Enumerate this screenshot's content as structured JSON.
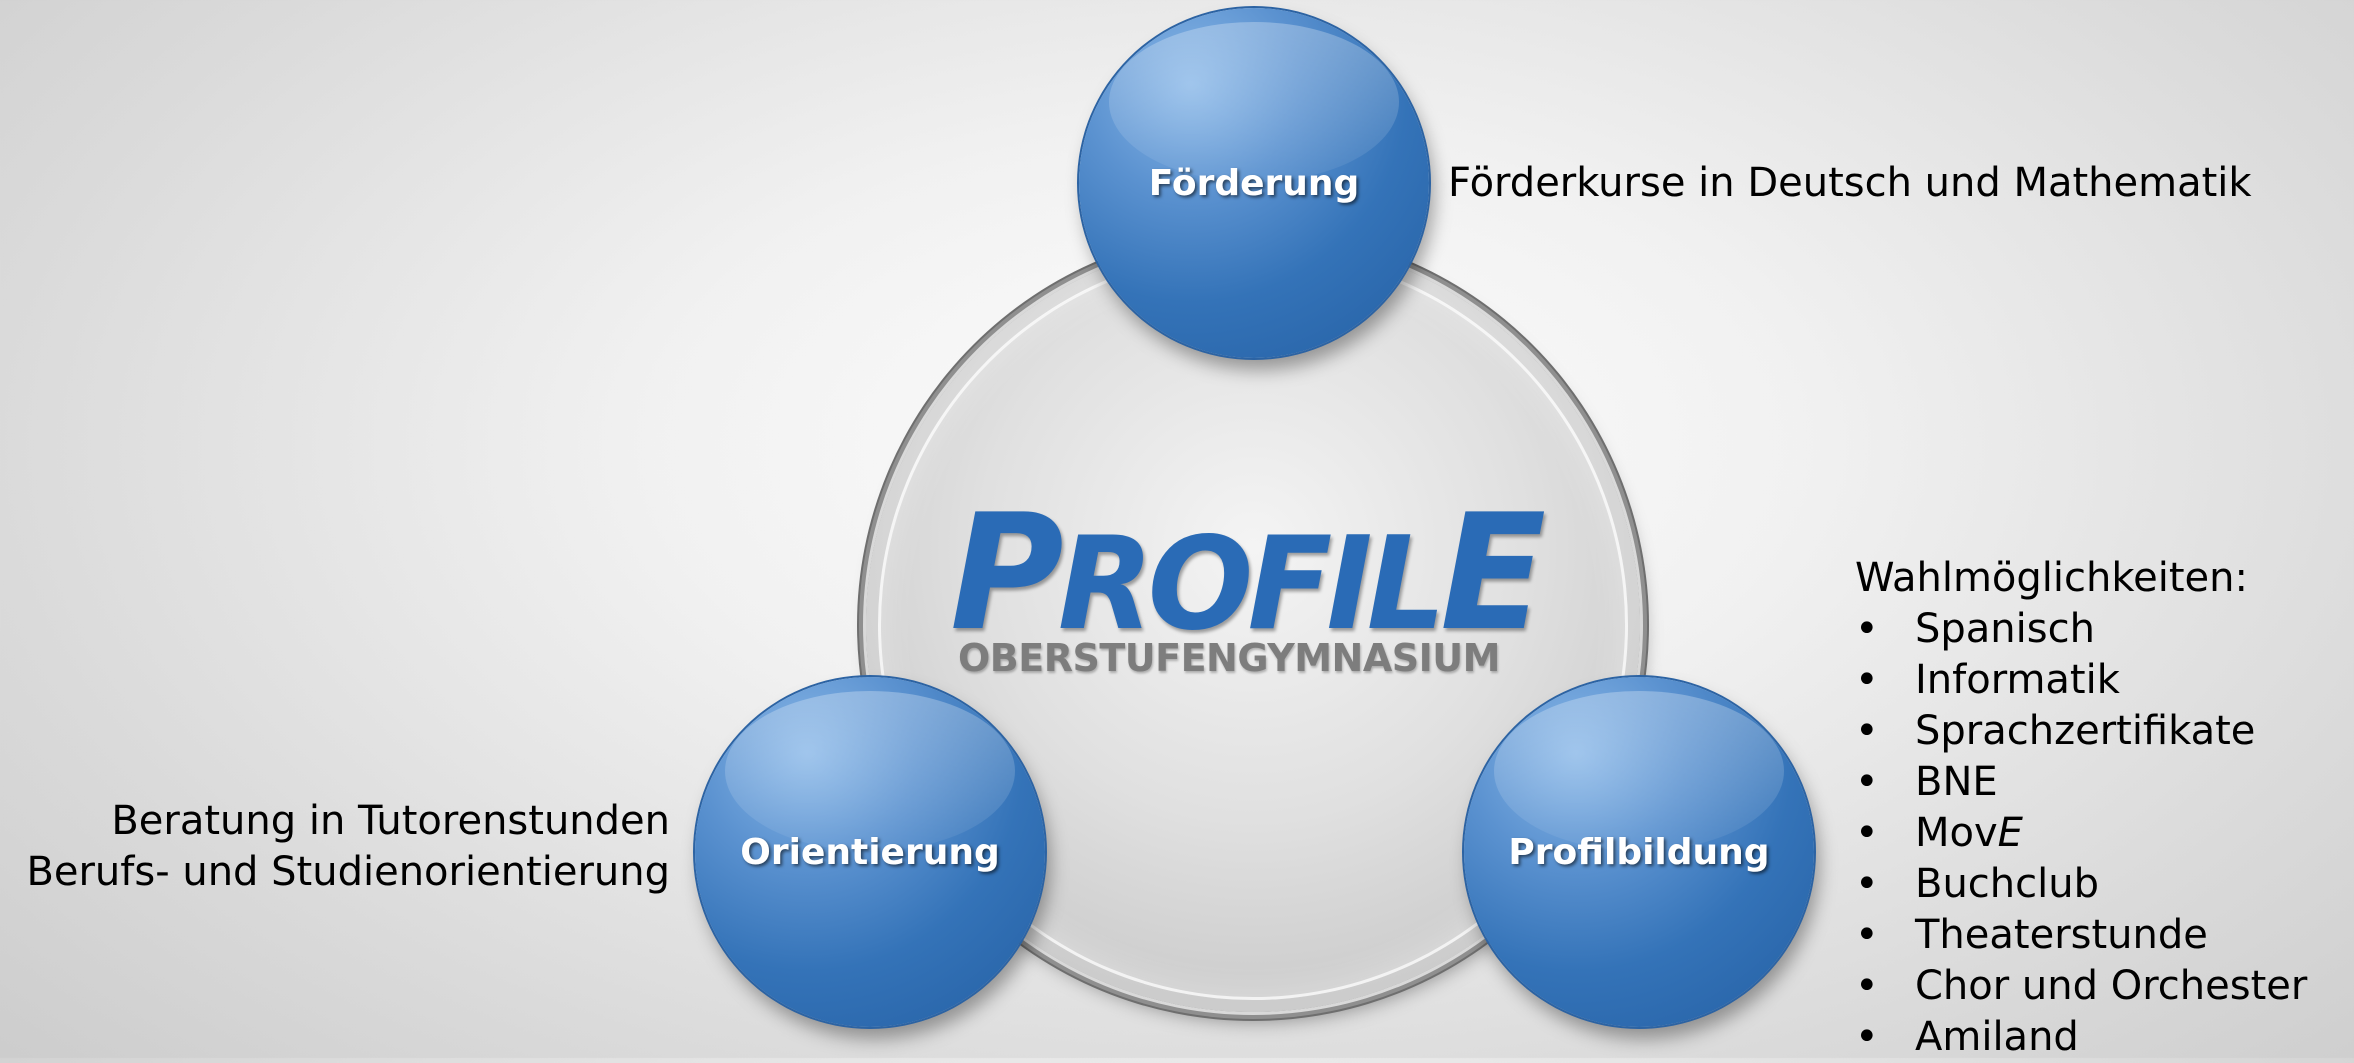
{
  "logo": {
    "main_first": "P",
    "main_middle": "ROFIL",
    "main_last": "E",
    "subtitle": "OBERSTUFENGYMNASIUM"
  },
  "bubbles": {
    "top": "Förderung",
    "left": "Orientierung",
    "right": "Profilbildung"
  },
  "notes": {
    "top": "Förderkurse in Deutsch und Mathematik",
    "left_line1": "Beratung in Tutorenstunden",
    "left_line2": "Berufs- und Studienorientierung"
  },
  "options": {
    "heading": "Wahlmöglichkeiten:",
    "bullet": "•",
    "items": [
      "Spanisch",
      "Informatik",
      "Sprachzertifikate",
      "BNE",
      "Mov",
      "Buchclub",
      "Theaterstunde",
      "Chor und Orchester",
      "Amiland"
    ],
    "move_suffix": "E"
  },
  "colors": {
    "bubble_blue": "#3473b8",
    "logo_blue": "#2a6bb6",
    "subtitle_grey": "#7d7d7d",
    "text": "#000000"
  }
}
